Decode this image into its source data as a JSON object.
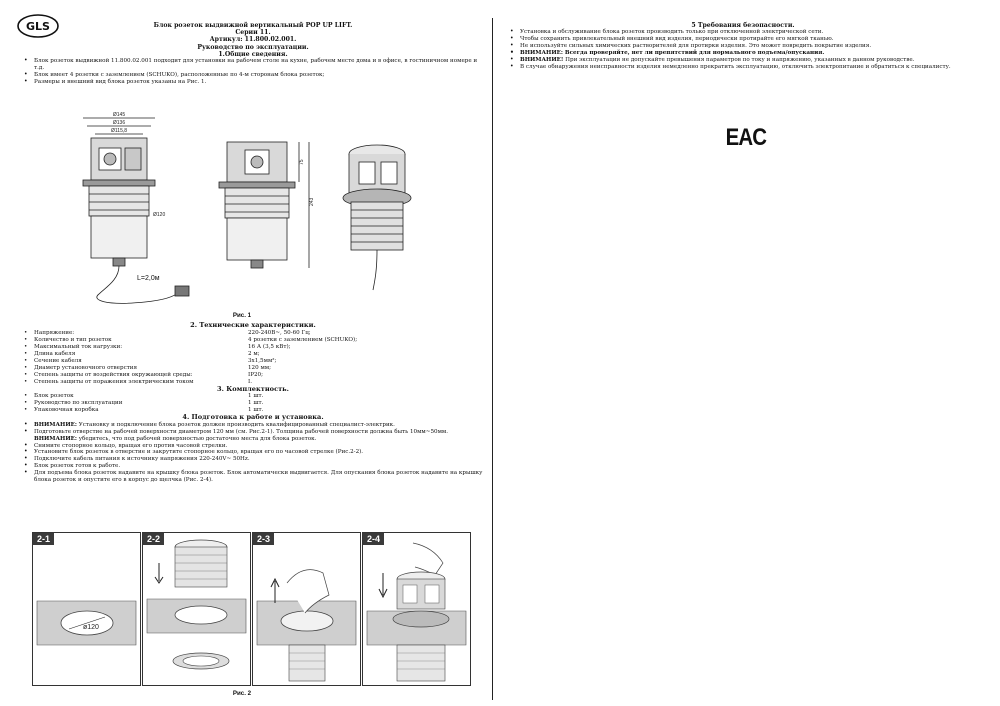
{
  "brand": {
    "logo": "GLS"
  },
  "header": {
    "title": "Блок розеток выдвижной вертикальный POP UP LIFT.",
    "series": "Серии 11.",
    "article": "Артикул: 11.800.02.001.",
    "manual": "Руководство по эксплуатации.",
    "section1": "1.Общие сведения."
  },
  "general": [
    "Блок розеток выдвижной 11.800.02.001 подходит для установки на рабочем столе на кухне, рабочем месте дома и в офисе, в гостиничном номере и т.д.",
    "Блок имеет 4 розетки с заземлением (SCHUKO), расположенные по 4-м сторонам блока розеток;",
    "Размеры и внешний вид блока розеток указаны на Рис. 1."
  ],
  "figure1": {
    "dims": {
      "d145": "Ø145",
      "d136": "Ø136",
      "d1158": "Ø115,8",
      "d120": "Ø120",
      "h75": "75",
      "h243": "243"
    },
    "cable": "L=2,0м",
    "caption": "Рис. 1"
  },
  "section2": {
    "title": "2. Технические характеристики.",
    "rows": [
      {
        "k": "Напряжение:",
        "v": "220-240В~, 50-60 Гц;"
      },
      {
        "k": "Количество и тип розеток",
        "v": "4 розетки с заземлением (SCHUKO);"
      },
      {
        "k": "Максимальный ток нагрузки:",
        "v": "16 А (3,5 кВт);"
      },
      {
        "k": "Длина кабеля",
        "v": "2 м;"
      },
      {
        "k": "Сечение кабеля",
        "v": "3х1,5мм²;"
      },
      {
        "k": "Диаметр установочного отверстия",
        "v": "120 мм;"
      },
      {
        "k": "Степень защиты от воздействия окружающей среды:",
        "v": "IP20;"
      },
      {
        "k": "Степень защиты от поражения электрическим током",
        "v": "I."
      }
    ]
  },
  "section3": {
    "title": "3. Комплектность.",
    "rows": [
      {
        "k": "Блок розеток",
        "v": "1 шт."
      },
      {
        "k": "Руководство по эксплуатации",
        "v": "1 шт."
      },
      {
        "k": "Упаковочная коробка",
        "v": "1 шт."
      }
    ]
  },
  "section4": {
    "title": "4. Подготовка к работе и установка.",
    "warn1_label": "ВНИМАНИЕ:",
    "warn1": "Установку и подключение блока розеток должен производить квалифицированный специалист-электрик.",
    "prep": "Подготовьте отверстие на рабочей поверхности диаметром 120 мм (см. Рис.2-1). Толщина рабочей поверхности должна быть 10мм~50мм.",
    "warn2_label": "ВНИМАНИЕ:",
    "warn2": "убедитесь, что под рабочей поверхностью достаточно места для блока розеток.",
    "steps": [
      "Снимите стопорное кольцо, вращая его против часовой стрелки.",
      "Установите блок розеток в отверстие и закрутите стопорное кольцо, вращая его по часовой стрелке (Рис.2-2).",
      "Подключите кабель питания к источнику напряжения 220-240V~ 50Hz.",
      "Блок розеток готов к работе.",
      "Для подъема блока розеток надавите на крышку блока розеток. Блок автоматически выдвигается. Для опускания блока розеток надавите на крышку блока розеток и опустите его в корпус до щелчка (Рис. 2-4)."
    ]
  },
  "figure2": {
    "panels": [
      "2-1",
      "2-2",
      "2-3",
      "2-4"
    ],
    "d120": "ø120",
    "caption": "Рис. 2"
  },
  "section5": {
    "title": "5 Требования безопасности.",
    "items": [
      "Установка и обслуживание блока розеток производить только при отключенной электрической сети.",
      "Чтобы сохранить привлекательный внешний вид изделия, периодически протирайте его мягкой тканью.",
      "Не используйте сильных химических растворителей для протирки изделия. Это может повредить покрытие изделия."
    ],
    "check": "ВНИМАНИЕ: Всегда проверяйте, нет ли препятствий для нормального подъема/опускания.",
    "warn_label": "ВНИМАНИЕ!",
    "warn": "При эксплуатации не допускайте превышения параметров по току и напряжению, указанных в данном руководстве.",
    "fault": "В случае обнаружения неисправности изделия немедленно прекратить эксплуатацию, отключить электропитание и обратиться к специалисту."
  },
  "mark": {
    "eac": "EAC"
  }
}
